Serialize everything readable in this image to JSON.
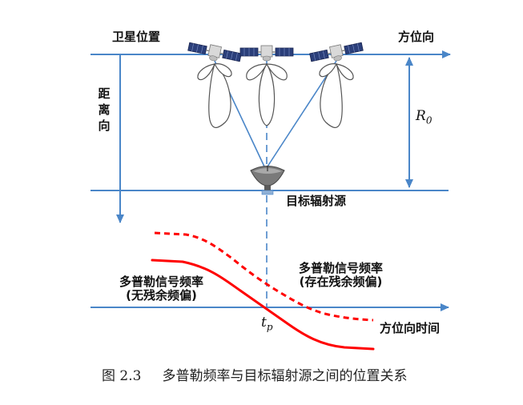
{
  "labels": {
    "satellite_position": "卫星位置",
    "azimuth_top": "方位向",
    "range_direction": "距离向",
    "r0_symbol": "R",
    "r0_subscript": "0",
    "target": "目标辐射源",
    "doppler_no_offset_line1": "多普勒信号频率",
    "doppler_no_offset_line2": "(无残余频偏)",
    "doppler_offset_line1": "多普勒信号频率",
    "doppler_offset_line2": "(存在残余频偏)",
    "tp_symbol": "t",
    "tp_subscript": "p",
    "azimuth_time": "方位向时间"
  },
  "caption": {
    "number": "图 2.3",
    "text": "多普勒频率与目标辐射源之间的位置关系"
  },
  "colors": {
    "axis": "#4a86c8",
    "curve": "#ff0000",
    "lobe": "#555555",
    "satellite_panel": "#2b3f7a",
    "antenna": "#6e6e6e"
  },
  "icons": [
    "satellite-icon",
    "satellite-icon",
    "satellite-icon",
    "radar-antenna-icon"
  ]
}
